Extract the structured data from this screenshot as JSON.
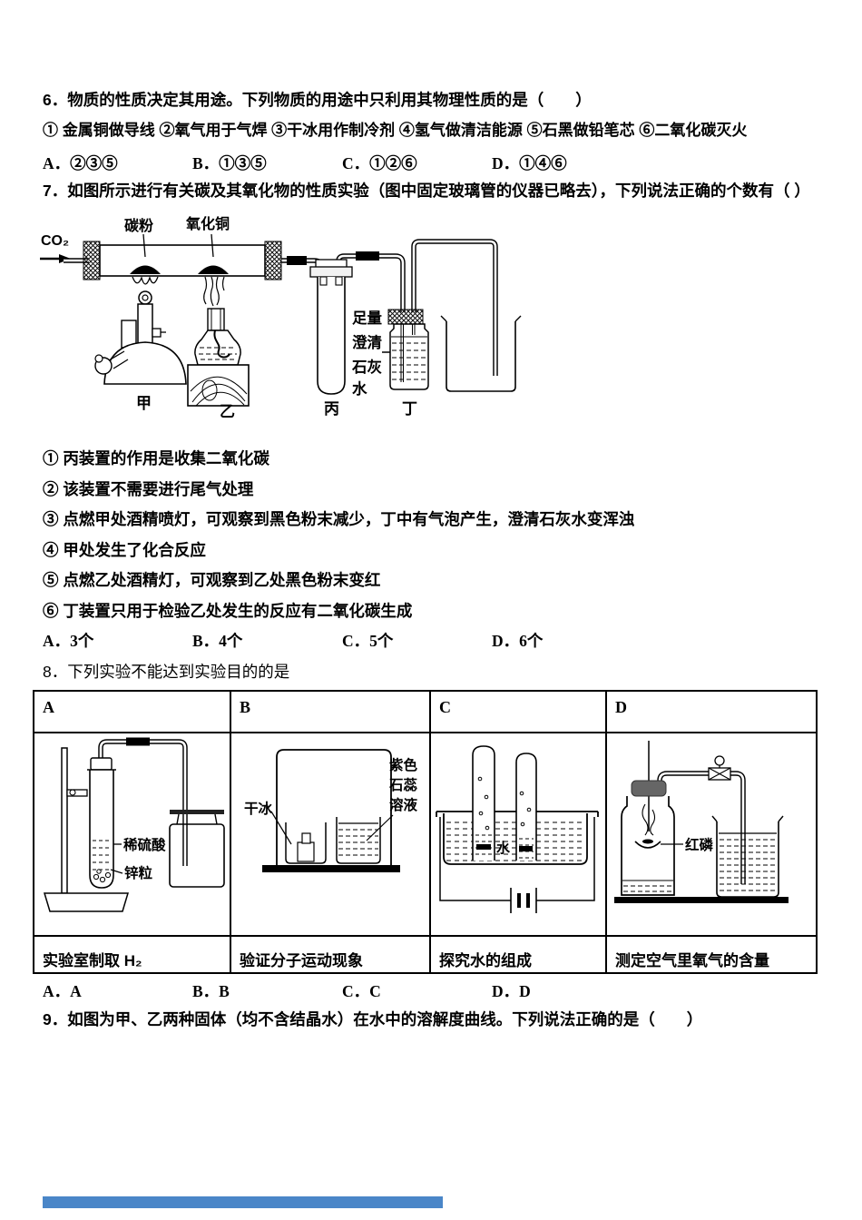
{
  "page": {
    "background": "#ffffff",
    "text_color": "#000000",
    "highlight_bar_color": "#4a86c8"
  },
  "q6": {
    "title": "6．物质的性质决定其用途。下列物质的用途中只利用其物理性质的是（　　）",
    "items": "① 金属铜做导线 ②氧气用于气焊 ③干冰用作制冷剂 ④氢气做清洁能源 ⑤石黑做铅笔芯 ⑥二氧化碳灭火",
    "options": [
      "A．②③⑤",
      "B．①③⑤",
      "C．①②⑥",
      "D．①④⑥"
    ]
  },
  "q7": {
    "title": "7．如图所示进行有关碳及其氧化物的性质实验（图中固定玻璃管的仪器已略去），下列说法正确的个数有（ ）",
    "figure": {
      "gas_in": "CO₂",
      "label_carbon": "碳粉",
      "label_copper_oxide": "氧化铜",
      "limewater_lines": [
        "足量",
        "澄清",
        "石灰",
        "水"
      ],
      "device_labels": [
        "甲",
        "乙",
        "丙",
        "丁"
      ]
    },
    "statements": [
      "① 丙装置的作用是收集二氧化碳",
      "② 该装置不需要进行尾气处理",
      "③ 点燃甲处酒精喷灯，可观察到黑色粉末减少，丁中有气泡产生，澄清石灰水变浑浊",
      "④ 甲处发生了化合反应",
      "⑤ 点燃乙处酒精灯，可观察到乙处黑色粉末变红",
      "⑥ 丁装置只用于检验乙处发生的反应有二氧化碳生成"
    ],
    "options": [
      "A．3个",
      "B．4个",
      "C．5个",
      "D．6个"
    ]
  },
  "q8": {
    "title": "8．下列实验不能达到实验目的的是",
    "table": {
      "headers": [
        "A",
        "B",
        "C",
        "D"
      ],
      "captions": [
        "实验室制取 H₂",
        "验证分子运动现象",
        "探究水的组成",
        "测定空气里氧气的含量"
      ]
    },
    "figures": {
      "a": {
        "label_acid": "稀硫酸",
        "label_zinc": "锌粒"
      },
      "b": {
        "label_dry_ice": "干冰",
        "label_litmus": [
          "紫色",
          "石蕊",
          "溶液"
        ]
      },
      "c": {
        "label_water": "水"
      },
      "d": {
        "label_phosphorus": "红磷"
      }
    },
    "options": [
      "A．A",
      "B．B",
      "C．C",
      "D．D"
    ]
  },
  "q9": {
    "title": "9．如图为甲、乙两种固体（均不含结晶水）在水中的溶解度曲线。下列说法正确的是（　　）"
  }
}
